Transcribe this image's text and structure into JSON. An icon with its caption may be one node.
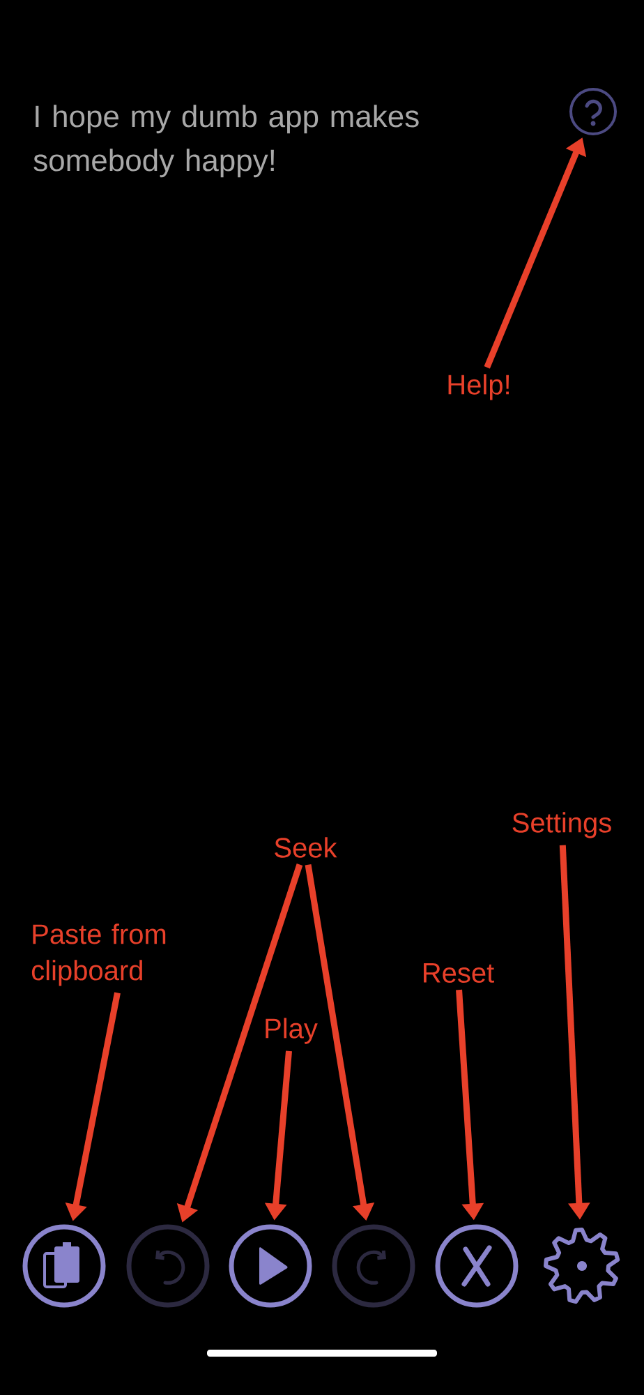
{
  "diagram": {
    "nodes": [
      {
        "text": [],
        "shape": "circle"
      },
      {
        "text": [
          "Help!"
        ]
      },
      {
        "text": [
          "Settings"
        ]
      },
      {
        "text": [
          "Seek"
        ]
      },
      {
        "text": [
          "Paste from clipboard"
        ]
      },
      {
        "text": [
          "Reset"
        ]
      },
      {
        "text": [
          "Play"
        ]
      },
      {
        "text": [],
        "shape": "circle"
      },
      {
        "text": [],
        "shape": "circle"
      },
      {
        "text": [],
        "shape": "circle"
      },
      {
        "text": [],
        "shape": "circle"
      },
      {
        "text": [],
        "shape": "circle"
      },
      {
        "text": [],
        "shape": "picture"
      }
    ],
    "edges": [
      {
        "from": 1,
        "to": 0,
        "arrow": "to"
      },
      {
        "from": 4,
        "to": 7,
        "arrow": "to"
      },
      {
        "from": 3,
        "to": 8,
        "arrow": "to"
      },
      {
        "from": 6,
        "to": 9,
        "arrow": "to"
      },
      {
        "from": 3,
        "to": 10,
        "arrow": "to"
      },
      {
        "from": 5,
        "to": 11,
        "arrow": "to"
      },
      {
        "from": 2,
        "to": 12,
        "arrow": "to"
      }
    ],
    "labels": [
      "I hope my dumb app makes somebody happy!"
    ]
  }
}
